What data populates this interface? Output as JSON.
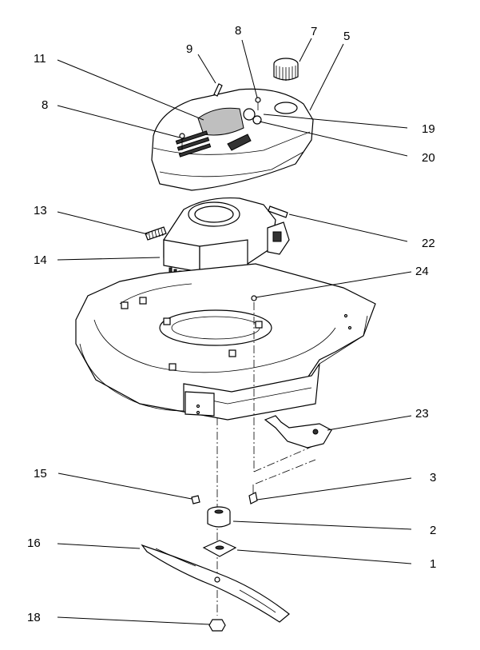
{
  "callouts": [
    {
      "id": "8a",
      "label": "8"
    },
    {
      "id": "7",
      "label": "7"
    },
    {
      "id": "5",
      "label": "5"
    },
    {
      "id": "9",
      "label": "9"
    },
    {
      "id": "11",
      "label": "11"
    },
    {
      "id": "8b",
      "label": "8"
    },
    {
      "id": "19",
      "label": "19"
    },
    {
      "id": "20",
      "label": "20"
    },
    {
      "id": "13",
      "label": "13"
    },
    {
      "id": "22",
      "label": "22"
    },
    {
      "id": "14",
      "label": "14"
    },
    {
      "id": "24",
      "label": "24"
    },
    {
      "id": "23",
      "label": "23"
    },
    {
      "id": "15",
      "label": "15"
    },
    {
      "id": "3",
      "label": "3"
    },
    {
      "id": "2",
      "label": "2"
    },
    {
      "id": "16",
      "label": "16"
    },
    {
      "id": "1",
      "label": "1"
    },
    {
      "id": "18",
      "label": "18"
    }
  ]
}
